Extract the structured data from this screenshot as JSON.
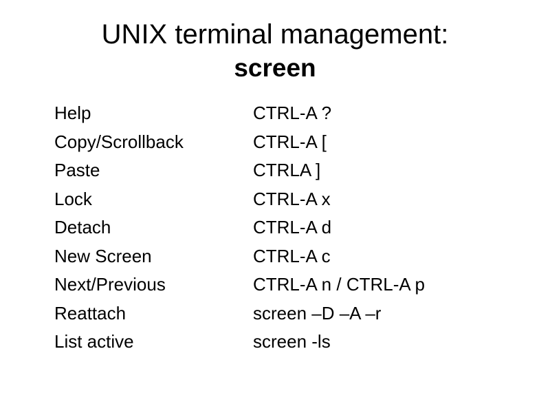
{
  "slide": {
    "title_line1": "UNIX terminal management:",
    "title_line2": "screen",
    "rows": [
      {
        "action": "Help",
        "keys": "CTRL-A ?"
      },
      {
        "action": "Copy/Scrollback",
        "keys": "CTRL-A ["
      },
      {
        "action": "Paste",
        "keys": "CTRLA ]"
      },
      {
        "action": "Lock",
        "keys": "CTRL-A x"
      },
      {
        "action": "Detach",
        "keys": "CTRL-A d"
      },
      {
        "action": "New Screen",
        "keys": "CTRL-A c"
      },
      {
        "action": "Next/Previous",
        "keys": "CTRL-A n / CTRL-A p"
      },
      {
        "action": "Reattach",
        "keys": "screen –D –A –r"
      },
      {
        "action": "List active",
        "keys": "screen -ls"
      }
    ]
  }
}
